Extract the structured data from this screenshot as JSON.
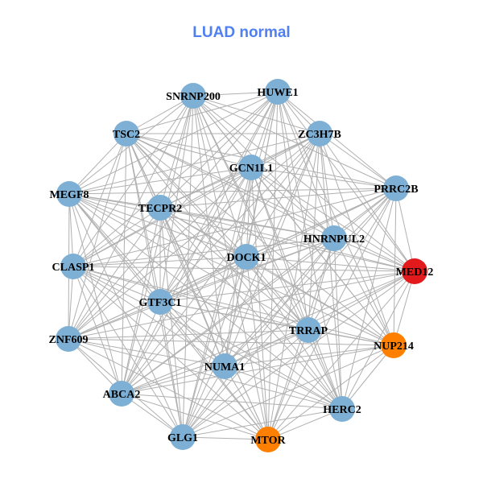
{
  "title": "LUAD normal",
  "colors": {
    "default": "#7eb0d5",
    "highlight_red": "#e31a1c",
    "highlight_orange": "#ff8000",
    "edge": "#b0b0b0"
  },
  "nodes": [
    {
      "id": "SNRNP200",
      "color": "default"
    },
    {
      "id": "HUWE1",
      "color": "default"
    },
    {
      "id": "TSC2",
      "color": "default"
    },
    {
      "id": "ZC3H7B",
      "color": "default"
    },
    {
      "id": "GCN1L1",
      "color": "default"
    },
    {
      "id": "MEGF8",
      "color": "default"
    },
    {
      "id": "PRRC2B",
      "color": "default"
    },
    {
      "id": "TECPR2",
      "color": "default"
    },
    {
      "id": "HNRNPUL2",
      "color": "default"
    },
    {
      "id": "DOCK1",
      "color": "default"
    },
    {
      "id": "CLASP1",
      "color": "default"
    },
    {
      "id": "MED12",
      "color": "highlight_red"
    },
    {
      "id": "GTF3C1",
      "color": "default"
    },
    {
      "id": "TRRAP",
      "color": "default"
    },
    {
      "id": "ZNF609",
      "color": "default"
    },
    {
      "id": "NUP214",
      "color": "highlight_orange"
    },
    {
      "id": "NUMA1",
      "color": "default"
    },
    {
      "id": "ABCA2",
      "color": "default"
    },
    {
      "id": "HERC2",
      "color": "default"
    },
    {
      "id": "GLG1",
      "color": "default"
    },
    {
      "id": "MTOR",
      "color": "highlight_orange"
    }
  ],
  "edges_all_pairs": true
}
